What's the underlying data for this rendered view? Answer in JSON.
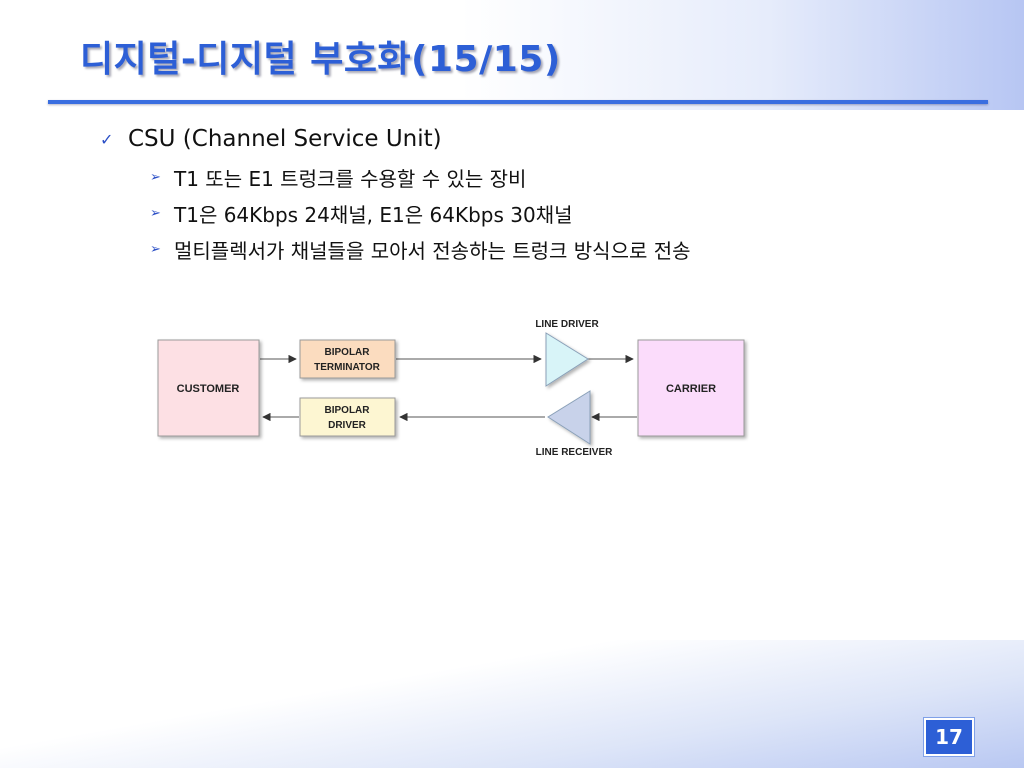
{
  "slide": {
    "title": "디지털-디지털 부호화(15/15)",
    "page_number": "17"
  },
  "bullets": {
    "level1": {
      "icon": "checkmark-icon",
      "text": "CSU (Channel Service Unit)"
    },
    "level2": [
      {
        "icon": "arrowhead-icon",
        "text": "T1 또는 E1 트렁크를 수용할 수 있는 장비"
      },
      {
        "icon": "arrowhead-icon",
        "text": "T1은 64Kbps 24채널, E1은 64Kbps 30채널"
      },
      {
        "icon": "arrowhead-icon",
        "text": "멀티플렉서가 채널들을 모아서 전송하는 트렁크 방식으로 전송"
      }
    ]
  },
  "diagram": {
    "customer": "CUSTOMER",
    "carrier": "CARRIER",
    "bipolar_terminator": [
      "BIPOLAR",
      "TERMINATOR"
    ],
    "bipolar_driver": [
      "BIPOLAR",
      "DRIVER"
    ],
    "line_driver": "LINE DRIVER",
    "line_receiver": "LINE RECEIVER",
    "colors": {
      "customer_fill": "#fde0e4",
      "carrier_fill": "#fbdcfb",
      "terminator_fill": "#fbdcbf",
      "driver_fill": "#fdf6d2",
      "line_driver_fill": "#d8f4f8",
      "line_receiver_fill": "#c8d2ea"
    }
  }
}
